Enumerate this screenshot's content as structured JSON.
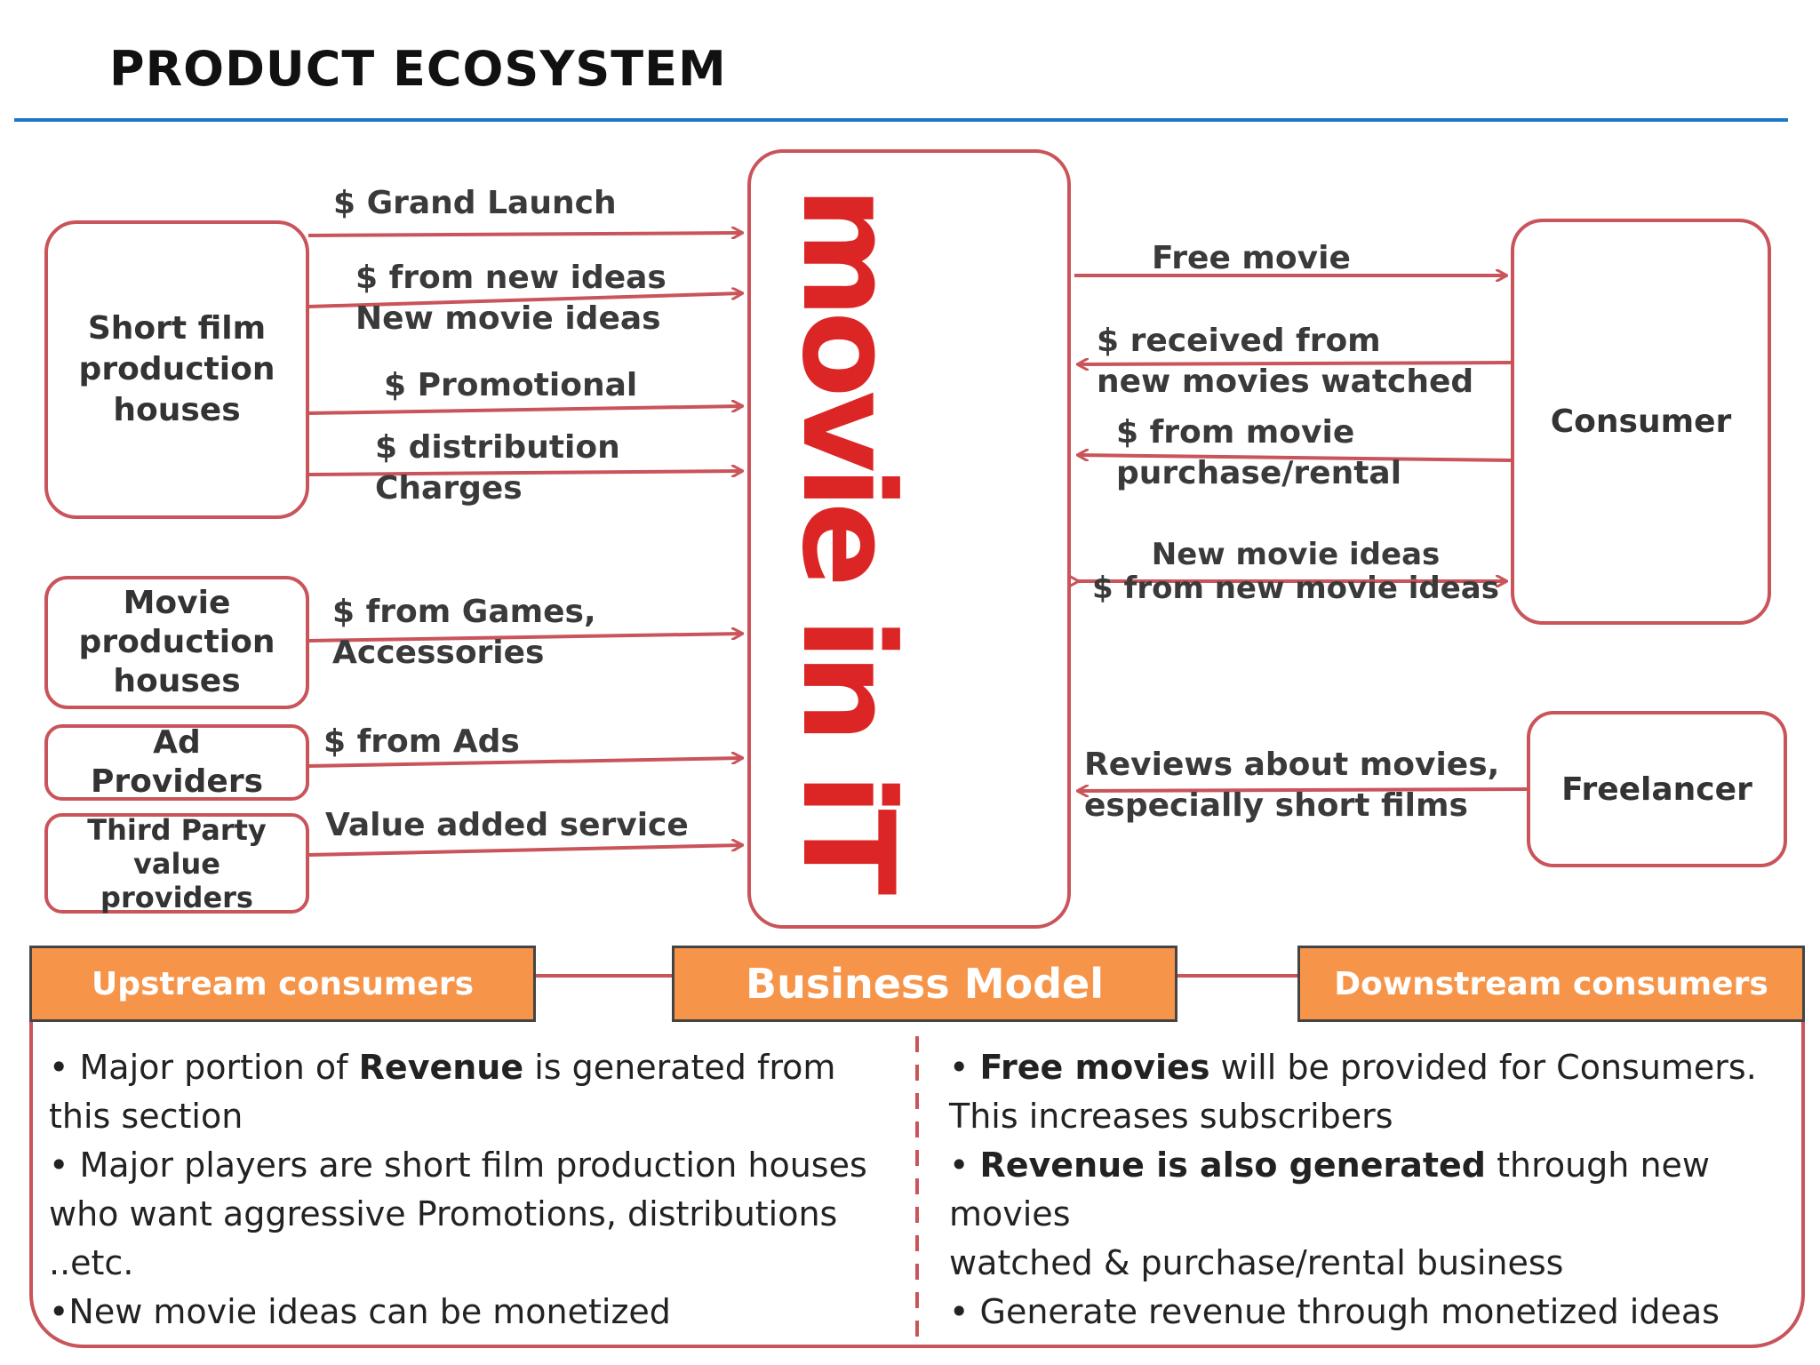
{
  "title": "PRODUCT ECOSYSTEM",
  "hub_logo": "movie in iT",
  "colors": {
    "accent": "#c9545a",
    "rule": "#1f77c9",
    "header_fill": "#f6954a",
    "logo": "#dc2626"
  },
  "boxes": {
    "short_film": "Short film\nproduction\nhouses",
    "movie_production": "Movie\nproduction\nhouses",
    "ad_providers": "Ad\nProviders",
    "third_party": "Third Party\nvalue\nproviders",
    "consumer": "Consumer",
    "freelancer": "Freelancer"
  },
  "flows": {
    "grand_launch": "$ Grand Launch",
    "new_ideas": "$ from new ideas\nNew movie ideas",
    "promotional": "$ Promotional",
    "distribution": "$ distribution\nCharges",
    "games": "$ from Games,\nAccessories",
    "ads": "$ from Ads",
    "value_added": "Value added service",
    "free_movie": "Free movie",
    "received": "$ received from\nnew movies watched",
    "purchase": "$ from movie\npurchase/rental",
    "new_movie_ideas": "New movie ideas\n$ from new movie ideas",
    "reviews": "Reviews about movies,\nespecially short films"
  },
  "headers": {
    "upstream": "Upstream consumers",
    "business_model": "Business Model",
    "downstream": "Downstream consumers"
  },
  "left_bullets": {
    "b1_pre": "•   Major portion of ",
    "b1_bold": "Revenue",
    "b1_post": " is generated from",
    "b1_line2": "this section",
    "b2_line1": "•   Major players are short film production houses",
    "b2_line2": "who want aggressive Promotions, distributions",
    "b2_line3": "..etc.",
    "b3": "•New movie ideas can be monetized"
  },
  "right_bullets": {
    "b1_pre": "•   ",
    "b1_bold": "Free movies",
    "b1_post": " will be provided for   Consumers.",
    "b1_line2": "This increases subscribers",
    "b2_pre": "•  ",
    "b2_bold": "Revenue is also generated",
    "b2_post": " through new movies",
    "b2_line2": "watched & purchase/rental business",
    "b3": "• Generate revenue through monetized ideas"
  }
}
